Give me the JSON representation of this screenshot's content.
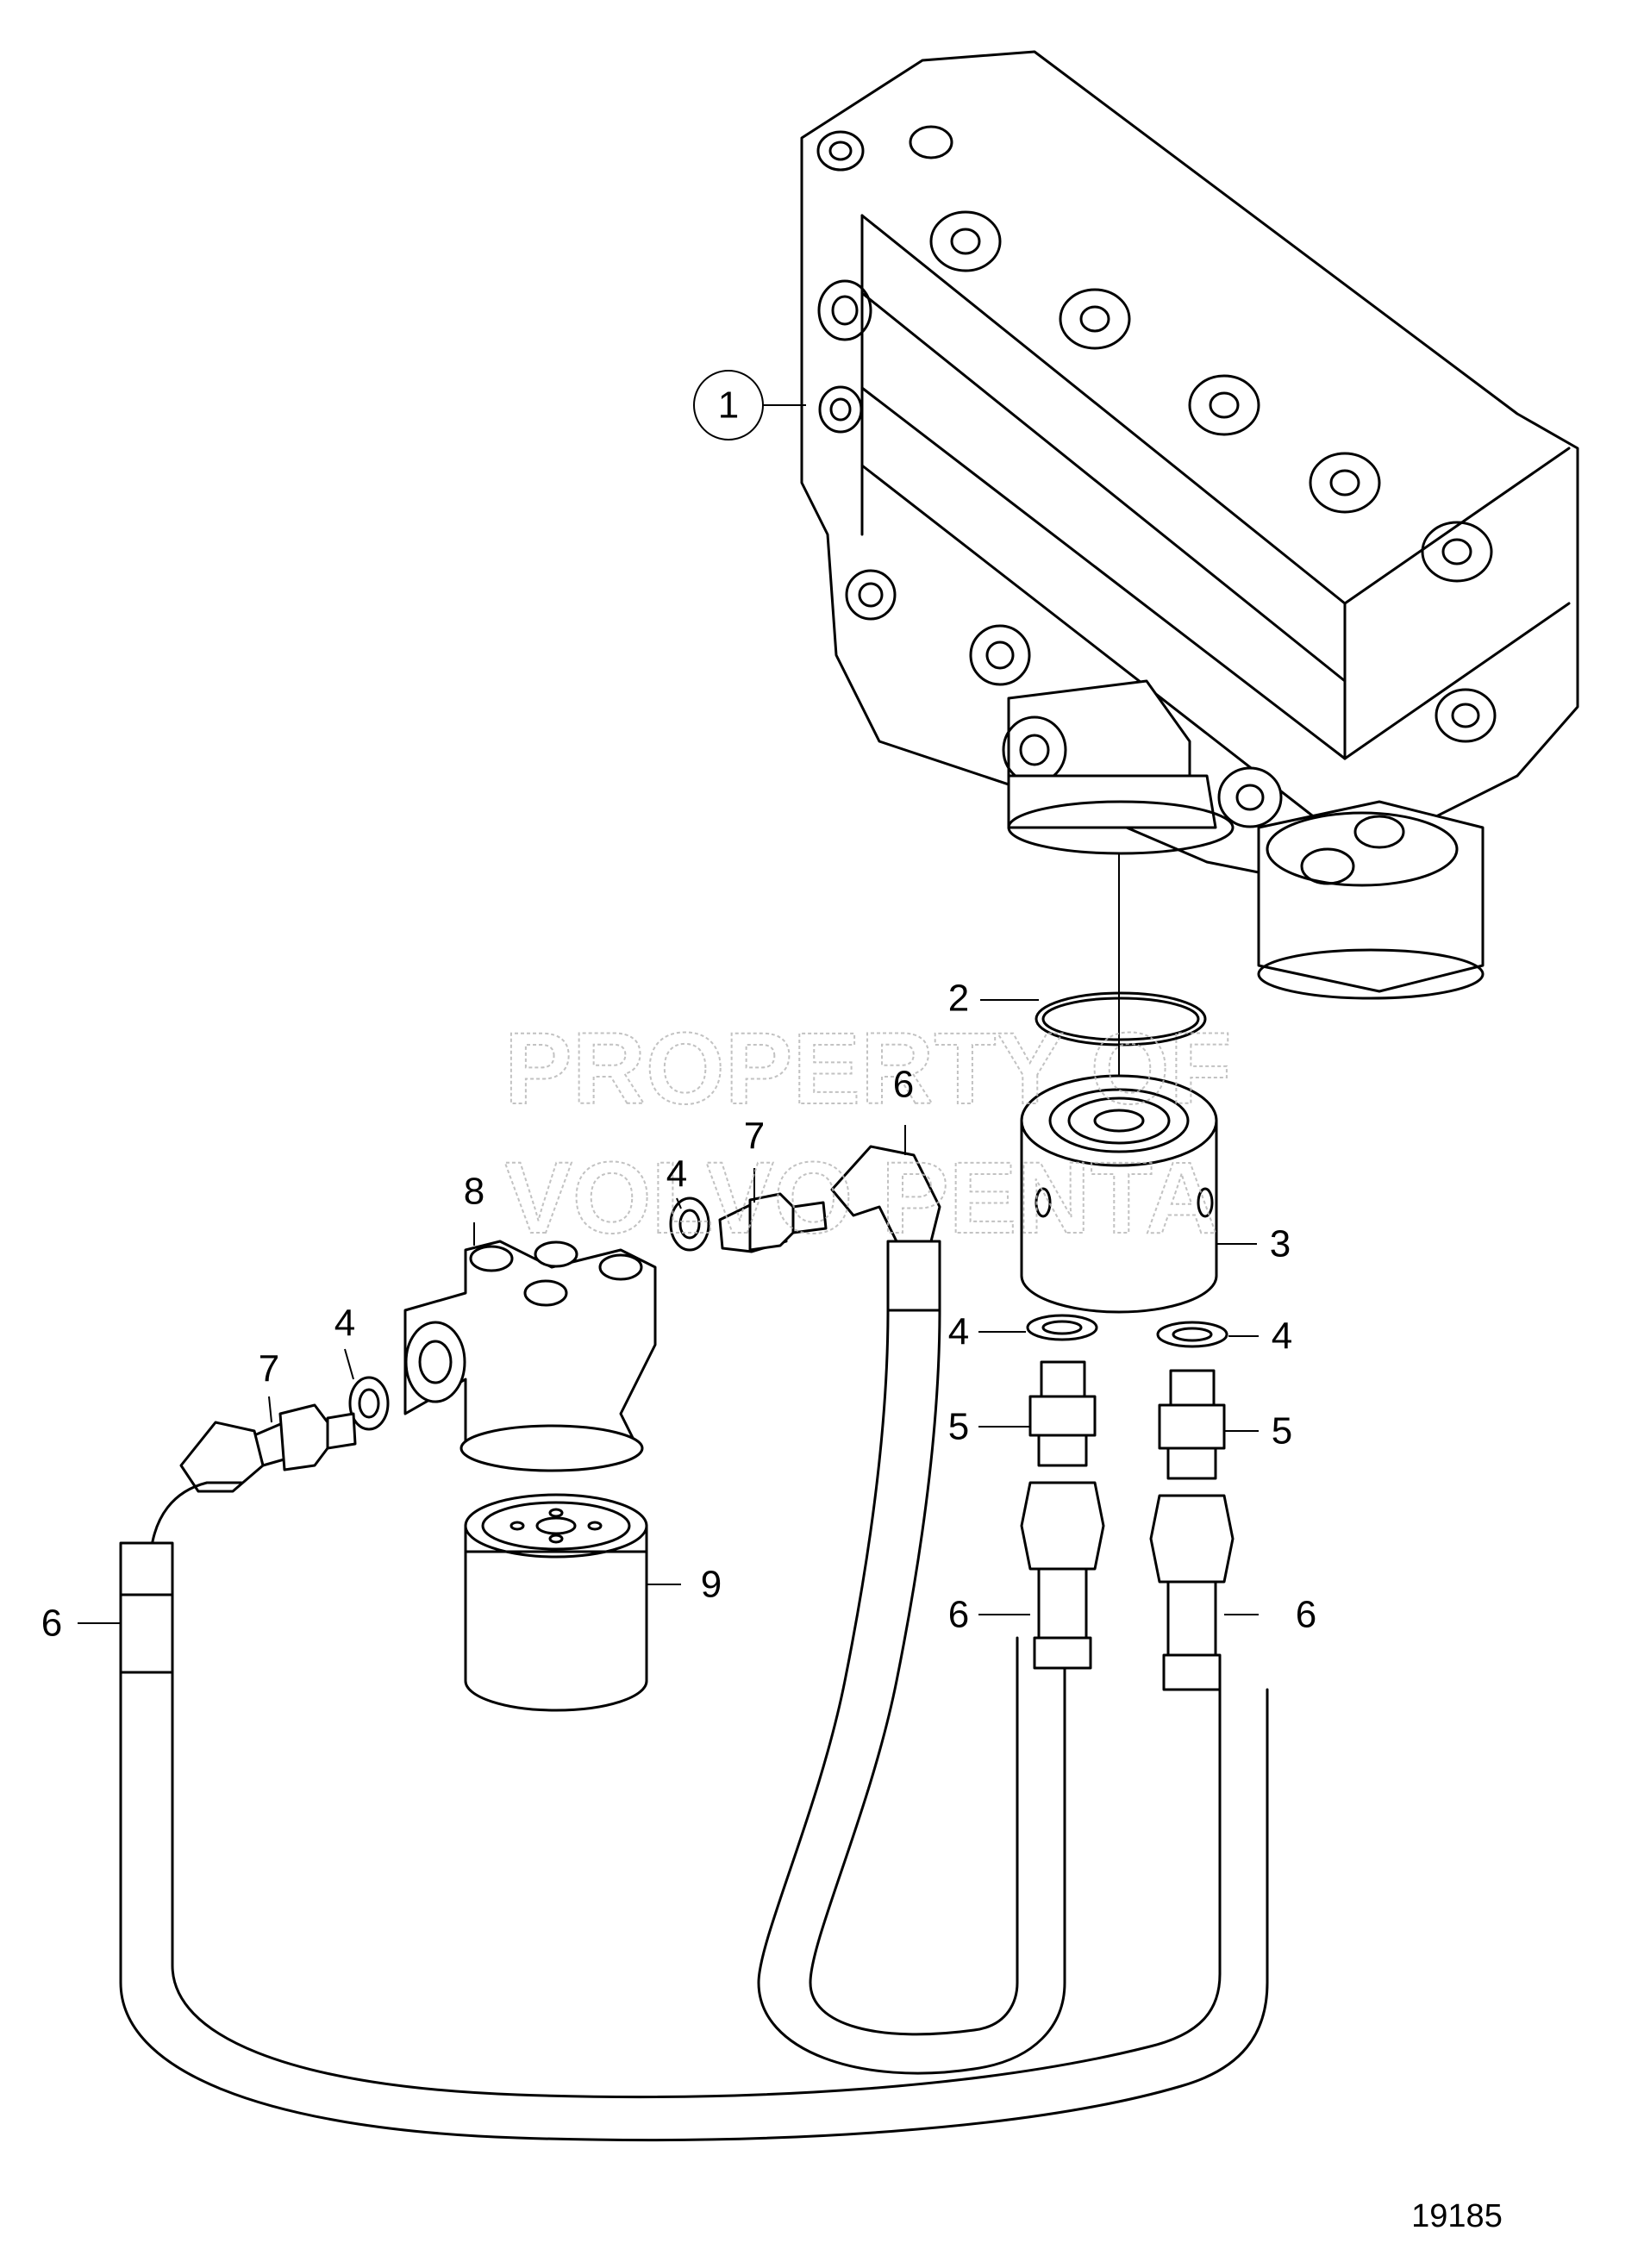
{
  "figure_number": "19185",
  "watermark": {
    "line1": "PROPERTY OF",
    "line2": "VOLVO PENTA"
  },
  "callouts": [
    {
      "id": "1",
      "label": "1"
    },
    {
      "id": "2",
      "label": "2"
    },
    {
      "id": "3",
      "label": "3"
    },
    {
      "id": "4a",
      "label": "4"
    },
    {
      "id": "4b",
      "label": "4"
    },
    {
      "id": "4c",
      "label": "4"
    },
    {
      "id": "4d",
      "label": "4"
    },
    {
      "id": "5a",
      "label": "5"
    },
    {
      "id": "5b",
      "label": "5"
    },
    {
      "id": "6a",
      "label": "6"
    },
    {
      "id": "6b",
      "label": "6"
    },
    {
      "id": "6c",
      "label": "6"
    },
    {
      "id": "6d",
      "label": "6"
    },
    {
      "id": "7a",
      "label": "7"
    },
    {
      "id": "7b",
      "label": "7"
    },
    {
      "id": "8",
      "label": "8"
    },
    {
      "id": "9",
      "label": "9"
    }
  ],
  "colors": {
    "ink": "#000000",
    "background": "#ffffff",
    "watermark": "#b8b8b8"
  }
}
